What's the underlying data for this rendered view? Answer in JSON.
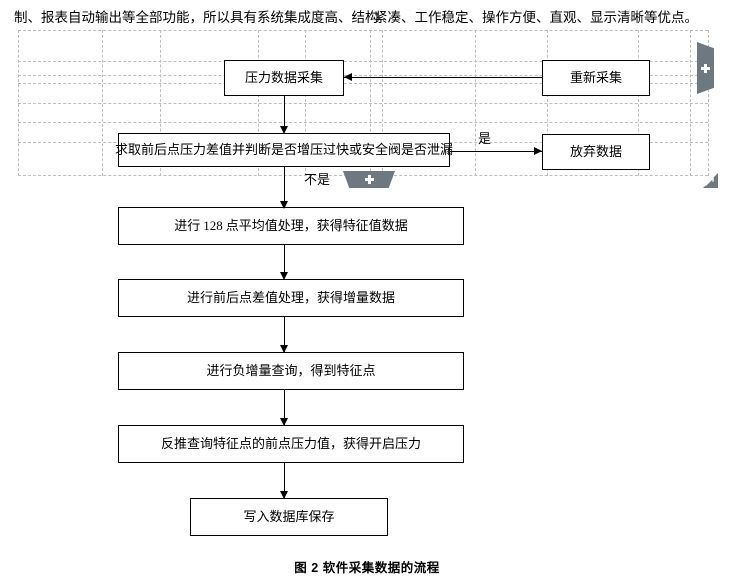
{
  "page": {
    "header_text_left": "制、报表自动输出等全部功能，所以具有系统集成度高、结构",
    "header_text_right": "紧凑、工作稳定、操作方便、直观、显示清晰等优点。",
    "caption": "图 2 软件采集数据的流程"
  },
  "flowchart": {
    "nodes": [
      {
        "id": "acquire",
        "label": "压力数据采集"
      },
      {
        "id": "reacquire",
        "label": "重新采集"
      },
      {
        "id": "decision",
        "label": "求取前后点压力差值并判断是否增压过快或安全阀是否泄漏"
      },
      {
        "id": "discard",
        "label": "放弃数据"
      },
      {
        "id": "average",
        "label_pre": "进行",
        "label_num": "128",
        "label_post": "点平均值处理，获得特征值数据"
      },
      {
        "id": "difference",
        "label": "进行前后点差值处理，获得增量数据"
      },
      {
        "id": "negquery",
        "label": "进行负增量查询，得到特征点"
      },
      {
        "id": "backtrack",
        "label": "反推查询特征点的前点压力值，获得开启压力"
      },
      {
        "id": "save",
        "label": "写入数据库保存"
      }
    ],
    "edge_labels": {
      "yes": "是",
      "no": "不是"
    }
  },
  "widgets": {
    "add_row_button": "add-row",
    "add_column_button": "add-column",
    "resize_handle": "resize-grip",
    "plus_icon": "plus-icon"
  },
  "colors": {
    "widget_gray": "#6e7880",
    "grid_dash": "#bdbdbd",
    "stroke": "#000000",
    "background": "#ffffff"
  }
}
